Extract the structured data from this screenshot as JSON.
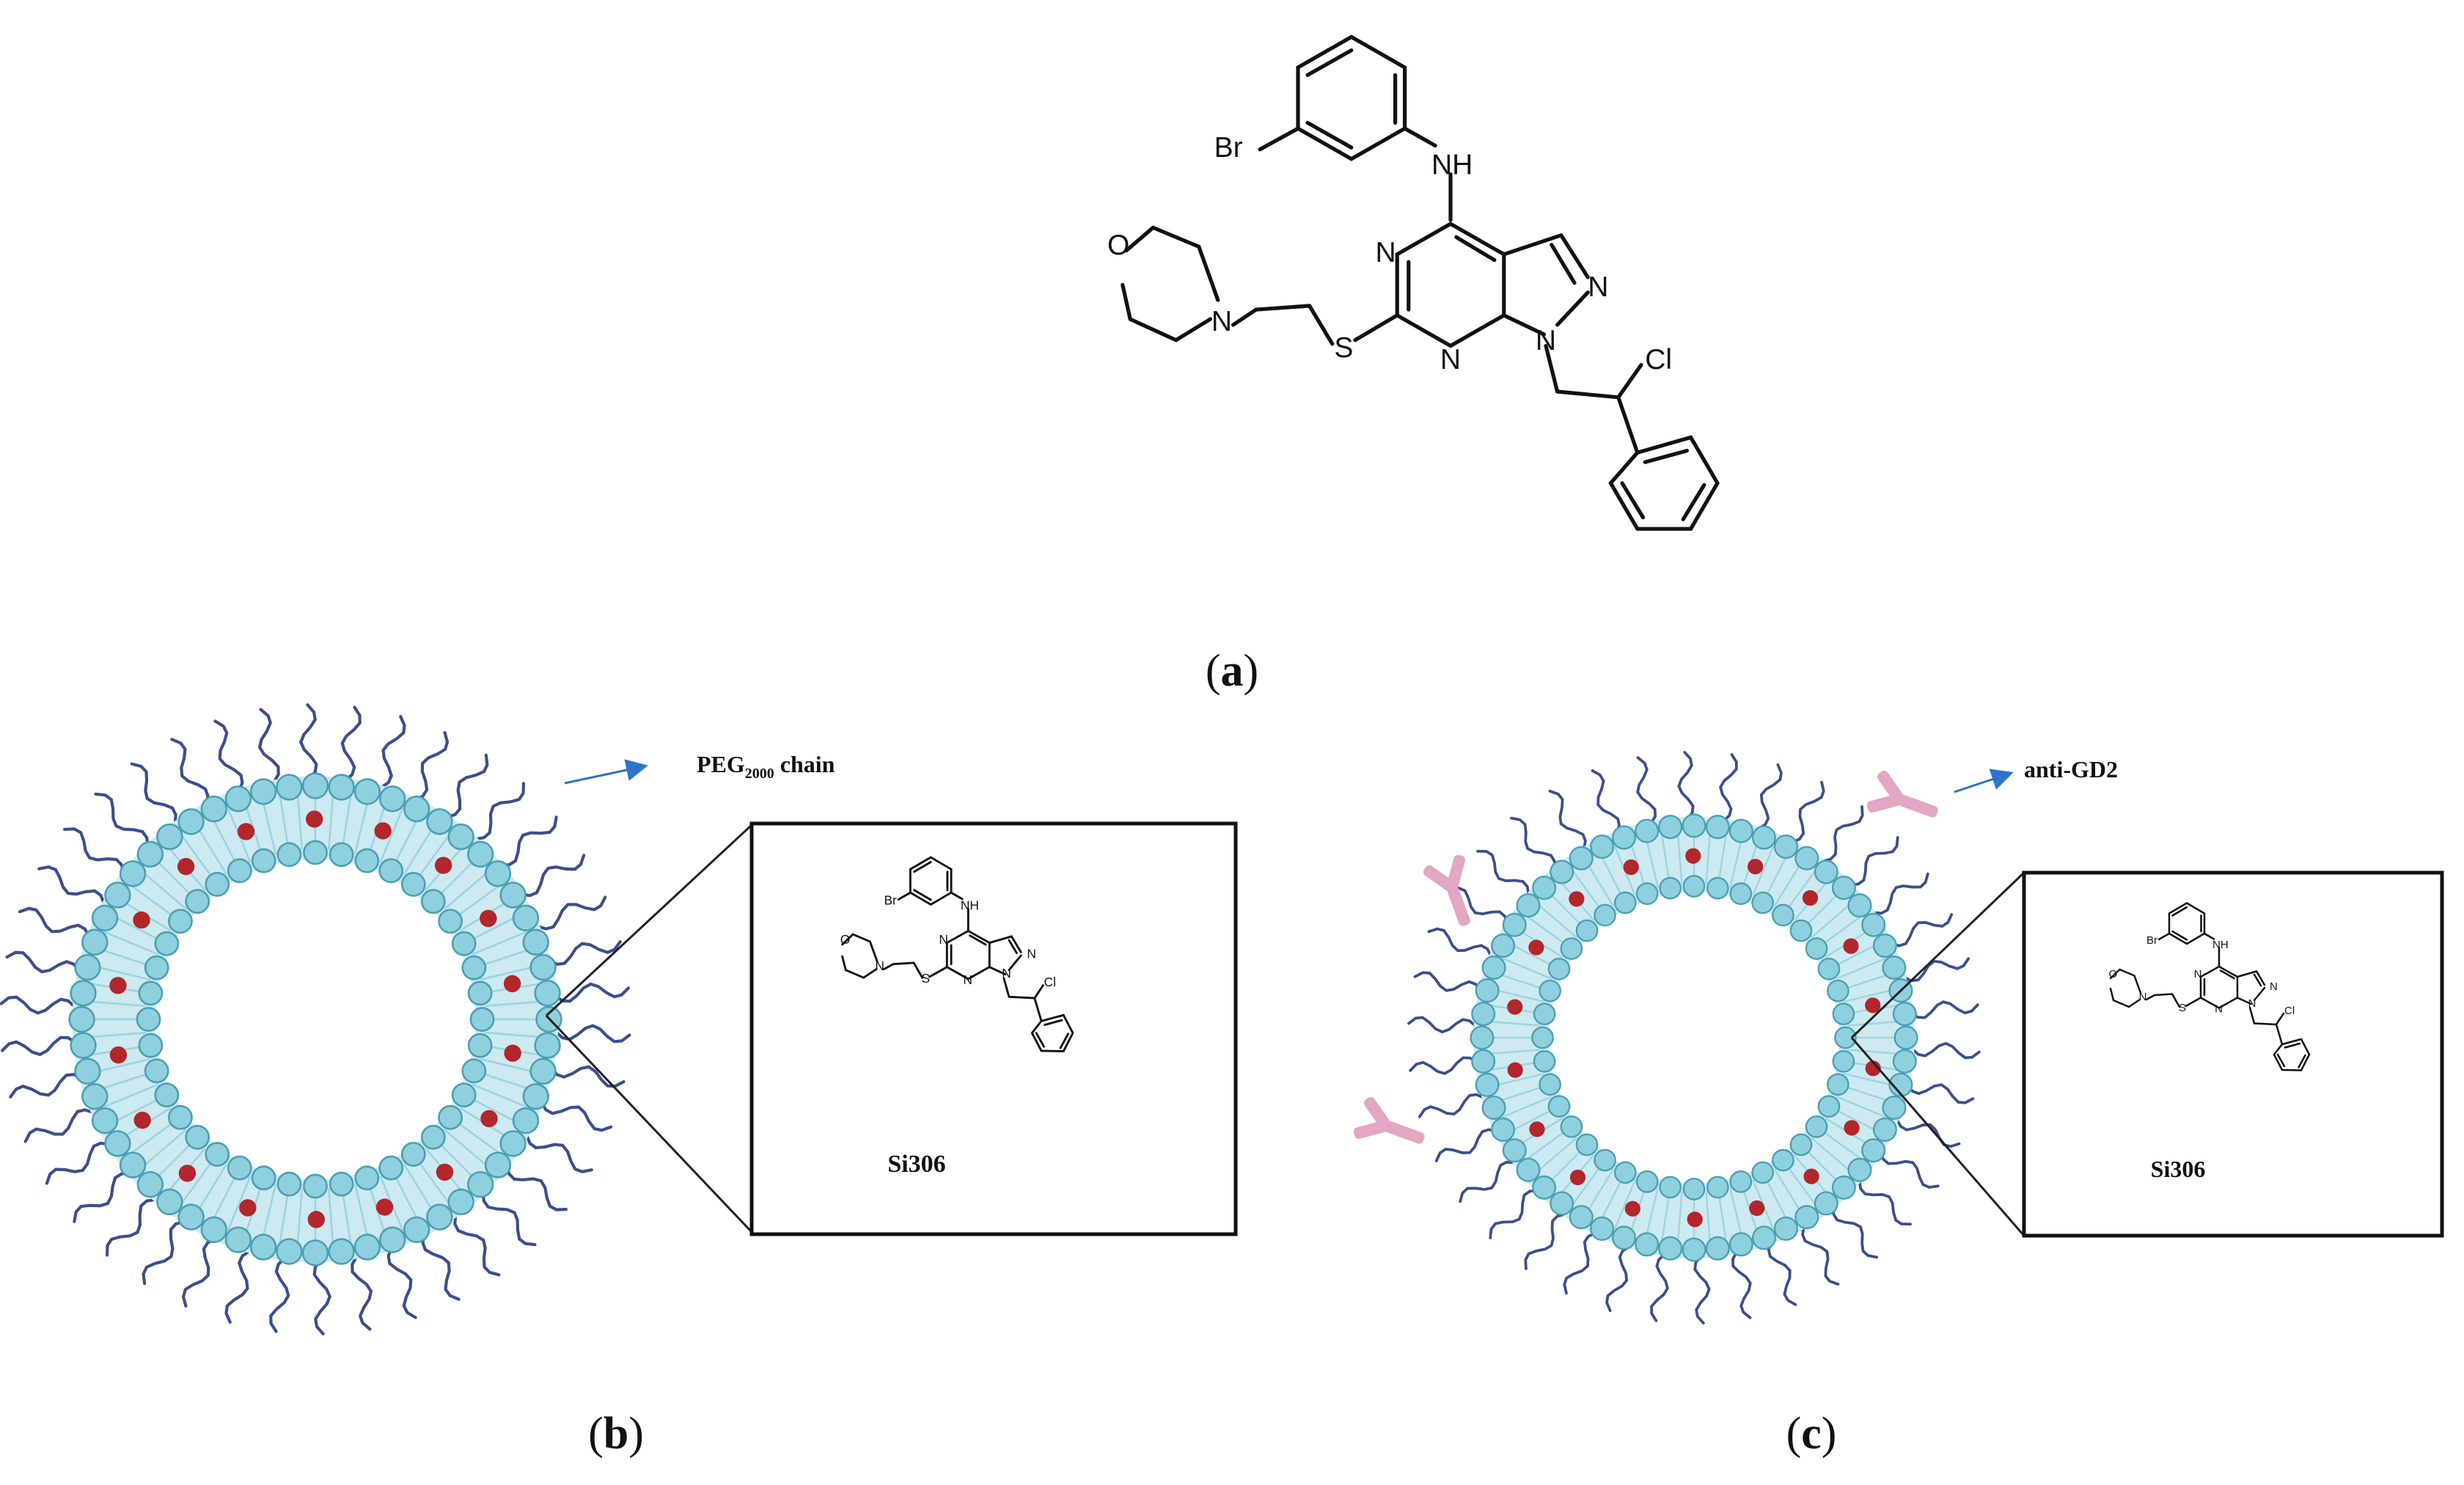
{
  "figure": {
    "panels": [
      {
        "id": "a",
        "label_open": "(",
        "label_letter": "a",
        "label_close": ")"
      },
      {
        "id": "b",
        "label_open": "(",
        "label_letter": "b",
        "label_close": ")"
      },
      {
        "id": "c",
        "label_open": "(",
        "label_letter": "c",
        "label_close": ")"
      }
    ],
    "molecule_atoms": {
      "br": "Br",
      "nh": "NH",
      "n": "N",
      "o": "O",
      "s": "S",
      "cl": "Cl"
    },
    "callouts": {
      "peg_main": "PEG",
      "peg_subscript": "2000",
      "peg_suffix": " chain",
      "antibody": "anti-GD2"
    },
    "compound_name": "Si306"
  },
  "colors": {
    "lipid_head": "#8fd0de",
    "lipid_head_stroke": "#4c9fb4",
    "liposome_fill": "#cdeaf1",
    "drug_dot": "#b3262b",
    "peg_chain": "#3c4f8c",
    "antibody": "#e3a6c3",
    "arrow": "#2f73c8"
  }
}
